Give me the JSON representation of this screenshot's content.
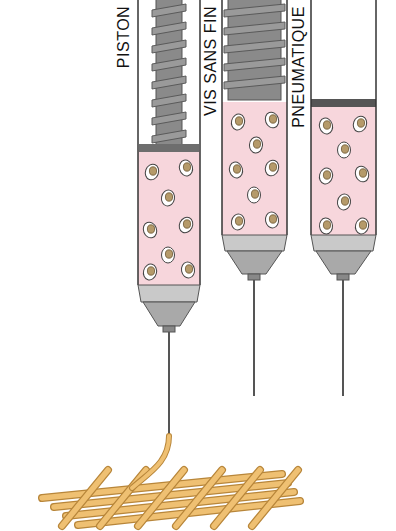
{
  "diagram": {
    "labels": [
      "PISTON",
      "VIS SANS FIN",
      "PNEUMATIQUE"
    ]
  }
}
